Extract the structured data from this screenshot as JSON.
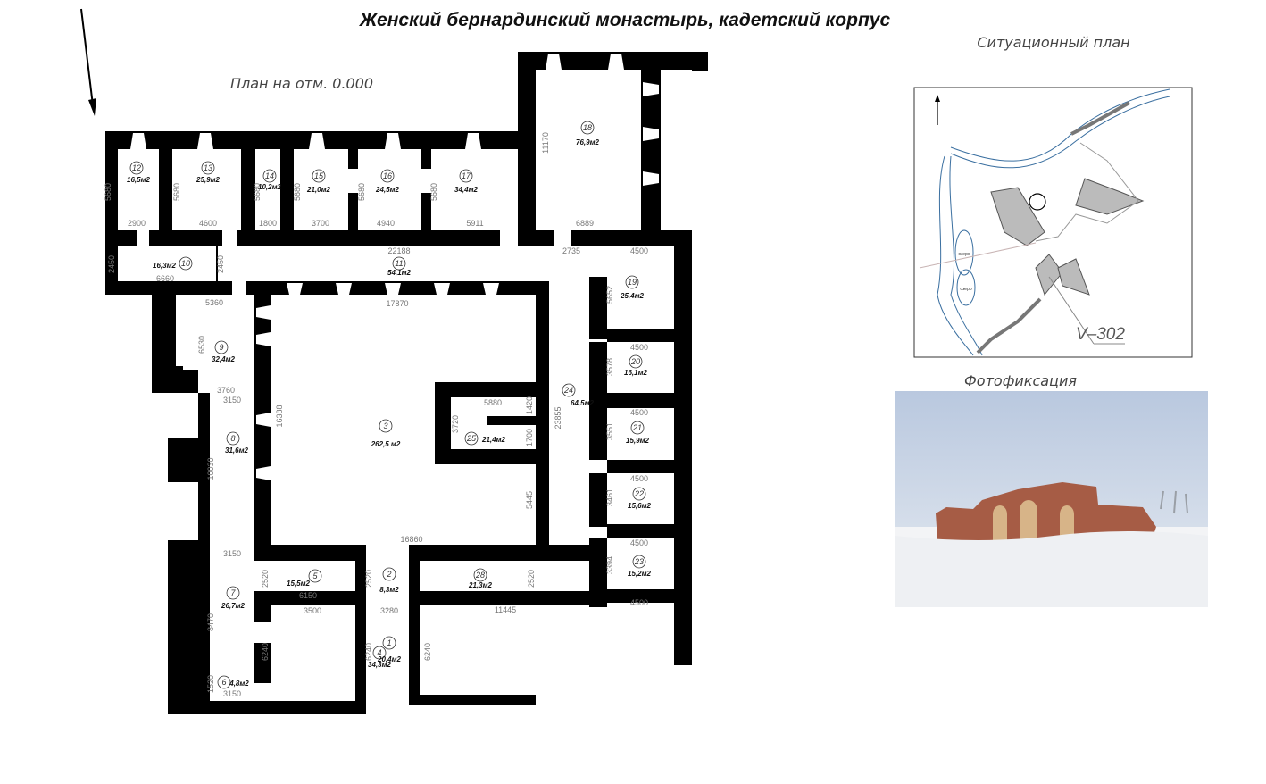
{
  "title": "Женский бернардинский монастырь, кадетский корпус",
  "plan_caption": "План на отм. 0.000",
  "situation_caption": "Ситуационный план",
  "situation_label": "V–302",
  "situation_small_labels": [
    "озеро",
    "озеро"
  ],
  "photo_caption": "Фотофиксация",
  "rooms": [
    {
      "number": "12",
      "area": "16,5м2"
    },
    {
      "number": "13",
      "area": "25,9м2"
    },
    {
      "number": "14",
      "area": "10,2м2"
    },
    {
      "number": "15",
      "area": "21,0м2"
    },
    {
      "number": "16",
      "area": "24,5м2"
    },
    {
      "number": "17",
      "area": "34,4м2"
    },
    {
      "number": "18",
      "area": "76,9м2"
    },
    {
      "number": "10",
      "area": "16,3м2"
    },
    {
      "number": "11",
      "area": "54,1м2"
    },
    {
      "number": "9",
      "area": "32,4м2"
    },
    {
      "number": "3",
      "area": "262,5 м2"
    },
    {
      "number": "25",
      "area": "21,4м2"
    },
    {
      "number": "24",
      "area": "64,5м2"
    },
    {
      "number": "8",
      "area": "31,6м2"
    },
    {
      "number": "19",
      "area": "25,4м2"
    },
    {
      "number": "20",
      "area": "16,1м2"
    },
    {
      "number": "21",
      "area": "15,9м2"
    },
    {
      "number": "22",
      "area": "15,6м2"
    },
    {
      "number": "23",
      "area": "15,2м2"
    },
    {
      "number": "5",
      "area": "15,5м2"
    },
    {
      "number": "2",
      "area": "8,3м2"
    },
    {
      "number": "28",
      "area": "21,3м2"
    },
    {
      "number": "7",
      "area": "26,7м2"
    },
    {
      "number": "4",
      "area": "34,3м2"
    },
    {
      "number": "1",
      "area": "20,4м2"
    },
    {
      "number": "6",
      "area": "4,8м2"
    }
  ],
  "dimensions_horizontal": [
    "2900",
    "4600",
    "1800",
    "3700",
    "4940",
    "5911",
    "22188",
    "6660",
    "5360",
    "17870",
    "2735",
    "6889",
    "4500",
    "4500",
    "4500",
    "4500",
    "4500",
    "4500",
    "5880",
    "3760",
    "3150",
    "16860",
    "3150",
    "6150",
    "3500",
    "3280",
    "11445",
    "3150"
  ],
  "dimensions_vertical": [
    "5680",
    "5680",
    "5680",
    "5680",
    "5680",
    "5680",
    "11170",
    "2450",
    "2450",
    "6530",
    "16388",
    "10030",
    "3720",
    "1420",
    "1700",
    "23855",
    "5445",
    "5652",
    "3578",
    "3551",
    "3461",
    "3394",
    "2520",
    "2520",
    "2520",
    "8470",
    "6240",
    "6240",
    "6240",
    "1520"
  ]
}
